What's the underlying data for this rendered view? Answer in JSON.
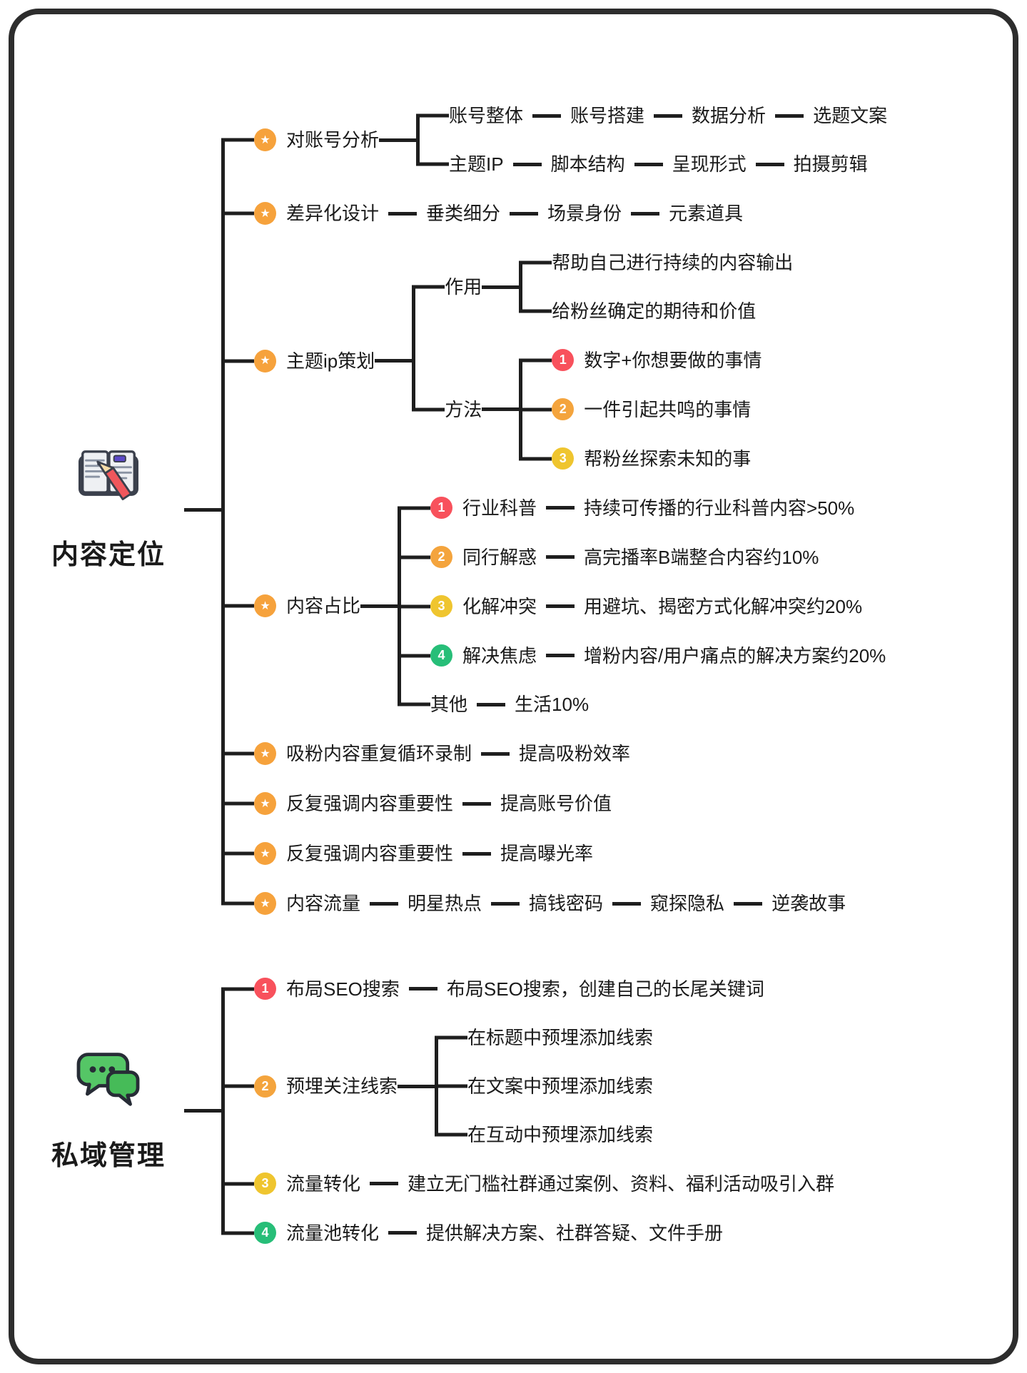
{
  "colors": {
    "line": "#1e1e1e",
    "frame_border": "#2d2d2d",
    "star_badge": "#F6A23C",
    "badge_1_red": "#F8515C",
    "badge_2_orange": "#F4A43D",
    "badge_3_yellow": "#EFC52F",
    "badge_4_green": "#27BE78",
    "icon_book_pencil_red": "#F0575C",
    "icon_chat_green": "#55C666"
  },
  "branch1": {
    "label": "内容定位",
    "icon": "book-pencil-icon",
    "items": [
      {
        "label": "对账号分析",
        "rows": [
          {
            "chain": [
              "账号整体",
              "账号搭建",
              "数据分析",
              "选题文案"
            ]
          },
          {
            "chain": [
              "主题IP",
              "脚本结构",
              "呈现形式",
              "拍摄剪辑"
            ]
          }
        ]
      },
      {
        "label": "差异化设计",
        "chain": [
          "垂类细分",
          "场景身份",
          "元素道具"
        ]
      },
      {
        "label": "主题ip策划",
        "subs": [
          {
            "label": "作用",
            "leaves": [
              "帮助自己进行持续的内容输出",
              "给粉丝确定的期待和价值"
            ]
          },
          {
            "label": "方法",
            "numbered": [
              {
                "n": "1",
                "label": "数字+你想要做的事情"
              },
              {
                "n": "2",
                "label": "一件引起共鸣的事情"
              },
              {
                "n": "3",
                "label": "帮粉丝探索未知的事"
              }
            ]
          }
        ]
      },
      {
        "label": "内容占比",
        "numbered": [
          {
            "n": "1",
            "label": "行业科普",
            "desc": "持续可传播的行业科普内容>50%"
          },
          {
            "n": "2",
            "label": "同行解惑",
            "desc": "高完播率B端整合内容约10%"
          },
          {
            "n": "3",
            "label": "化解冲突",
            "desc": "用避坑、揭密方式化解冲突约20%"
          },
          {
            "n": "4",
            "label": "解决焦虑",
            "desc": "增粉内容/用户痛点的解决方案约20%"
          },
          {
            "n": "",
            "label": "其他",
            "desc": "生活10%"
          }
        ]
      },
      {
        "label": "吸粉内容重复循环录制",
        "chain": [
          "提高吸粉效率"
        ]
      },
      {
        "label": "反复强调内容重要性",
        "chain": [
          "提高账号价值"
        ]
      },
      {
        "label": "反复强调内容重要性",
        "chain": [
          "提高曝光率"
        ]
      },
      {
        "label": "内容流量",
        "chain": [
          "明星热点",
          "搞钱密码",
          "窥探隐私",
          "逆袭故事"
        ]
      }
    ]
  },
  "branch2": {
    "label": "私域管理",
    "icon": "chat-bubbles-icon",
    "items": [
      {
        "n": "1",
        "label": "布局SEO搜索",
        "chain": [
          "布局SEO搜索，创建自己的长尾关键词"
        ]
      },
      {
        "n": "2",
        "label": "预埋关注线索",
        "leaves": [
          "在标题中预埋添加线索",
          "在文案中预埋添加线索",
          "在互动中预埋添加线索"
        ]
      },
      {
        "n": "3",
        "label": "流量转化",
        "chain": [
          "建立无门槛社群通过案例、资料、福利活动吸引入群"
        ]
      },
      {
        "n": "4",
        "label": "流量池转化",
        "chain": [
          "提供解决方案、社群答疑、文件手册"
        ]
      }
    ]
  }
}
